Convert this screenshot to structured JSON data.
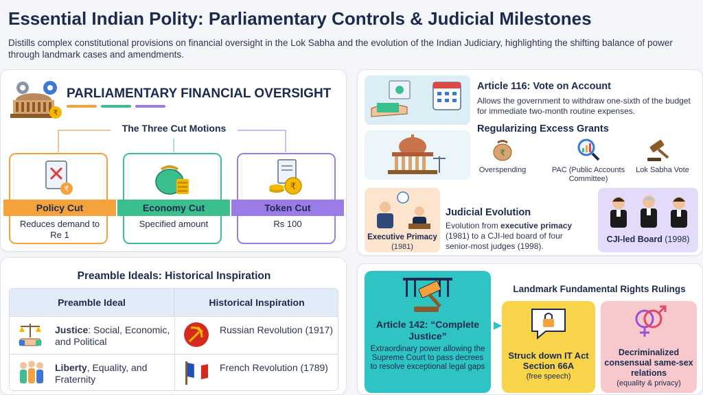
{
  "header": {
    "title": "Essential Indian Polity: Parliamentary Controls & Judicial Milestones",
    "subtitle": "Distills complex constitutional provisions on financial oversight in the Lok Sabha and the evolution of the Indian Judiciary, highlighting the shifting balance of power through landmark cases and amendments."
  },
  "financial": {
    "heading": "PARLIAMENTARY FINANCIAL OVERSIGHT",
    "cut_title": "The Three Cut Motions",
    "cuts": [
      {
        "label": "Policy Cut",
        "desc": "Reduces demand to Re 1",
        "color": "#f5a23c",
        "icon": "document-rupee-icon"
      },
      {
        "label": "Economy Cut",
        "desc": "Specified amount",
        "color": "#3bbf8c",
        "icon": "money-bag-icon"
      },
      {
        "label": "Token Cut",
        "desc": "Rs 100",
        "color": "#9b7be6",
        "icon": "coins-icon"
      }
    ]
  },
  "preamble": {
    "title": "Preamble Ideals: Historical Inspiration",
    "col1": "Preamble Ideal",
    "col2": "Historical Inspiration",
    "rows": [
      {
        "ideal_bold": "Justice",
        "ideal_rest": ": Social, Economic, and Political",
        "inspiration": "Russian Revolution (1917)",
        "icon1": "scales-handshake-icon",
        "icon2": "hammer-sickle-icon"
      },
      {
        "ideal_bold": "Liberty",
        "ideal_rest": ", Equality, and Fraternity",
        "inspiration": "French Revolution (1789)",
        "icon1": "people-group-icon",
        "icon2": "french-flag-icon"
      }
    ]
  },
  "vote_on_account": {
    "title": "Article 116: Vote on Account",
    "desc": "Allows the government to withdraw one-sixth of the budget for immediate two-month routine expenses."
  },
  "excess_grants": {
    "title": "Regularizing Excess Grants",
    "steps": [
      "Overspending",
      "PAC (Public Accounts Committee)",
      "Lok Sabha Vote"
    ]
  },
  "judicial": {
    "title": "Judicial Evolution",
    "desc_pre": "Evolution from ",
    "desc_bold": "executive primacy",
    "desc_post": " (1981) to a CJI-led board of four senior-most judges (1998).",
    "left_label": "Executive Primacy",
    "left_year": "(1981)",
    "right_label": "CJI-led Board",
    "right_year": " (1998)"
  },
  "rights": {
    "title": "Landmark Fundamental Rights Rulings",
    "a142_title": "Article 142: “Complete Justice”",
    "a142_desc": "Extraordinary power allowing the Supreme Court to pass decrees to resolve exceptional legal gaps",
    "it_title": "Struck down IT Act Section 66A",
    "it_sub": "(free speech)",
    "sex_title": "Decriminalized consensual same-sex relations",
    "sex_sub": "(equality & privacy)"
  },
  "colors": {
    "navy": "#1b2a4e",
    "orange": "#f5a23c",
    "green": "#3bbf8c",
    "purple": "#9b7be6",
    "teal": "#2ec4c4",
    "yellow": "#f8d44a",
    "pink": "#f7c8cc"
  }
}
